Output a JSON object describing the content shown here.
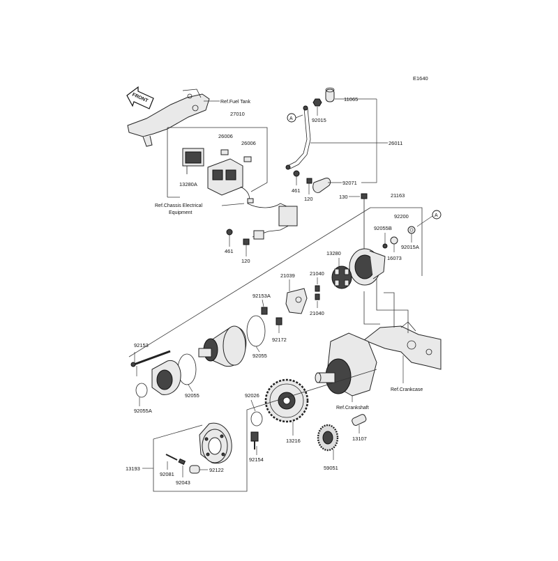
{
  "diagram": {
    "code": "E1640",
    "front_label": "FRONT",
    "callout_a": "A",
    "refs": {
      "fuel_tank": "Ref.Fuel Tank",
      "chassis_line1": "Ref.Chassis Electrical",
      "chassis_line2": "Equipment",
      "crankcase": "Ref.Crankcase",
      "crankshaft": "Ref.Crankshaft"
    },
    "parts": {
      "p27010": "27010",
      "p26006a": "26006",
      "p26006b": "26006",
      "p13280A": "13280A",
      "p11065": "11065",
      "p92015": "92015",
      "p26011": "26011",
      "p461a": "461",
      "p120a": "120",
      "p92071": "92071",
      "p461b": "461",
      "p120b": "120",
      "p130": "130",
      "p21163": "21163",
      "p92200": "92200",
      "p92055B": "92055B",
      "p16073": "16073",
      "p92015A": "92015A",
      "p13280": "13280",
      "p21040a": "21040",
      "p21039": "21039",
      "p92153A": "92153A",
      "p21040b": "21040",
      "p92172": "92172",
      "p92055a": "92055",
      "p92153": "92153",
      "p92055b": "92055",
      "p92055A": "92055A",
      "p92026": "92026",
      "p13216": "13216",
      "p13107": "13107",
      "p92154": "92154",
      "p59051": "59051",
      "p13193": "13193",
      "p92081": "92081",
      "p92122": "92122",
      "p92043": "92043"
    }
  }
}
